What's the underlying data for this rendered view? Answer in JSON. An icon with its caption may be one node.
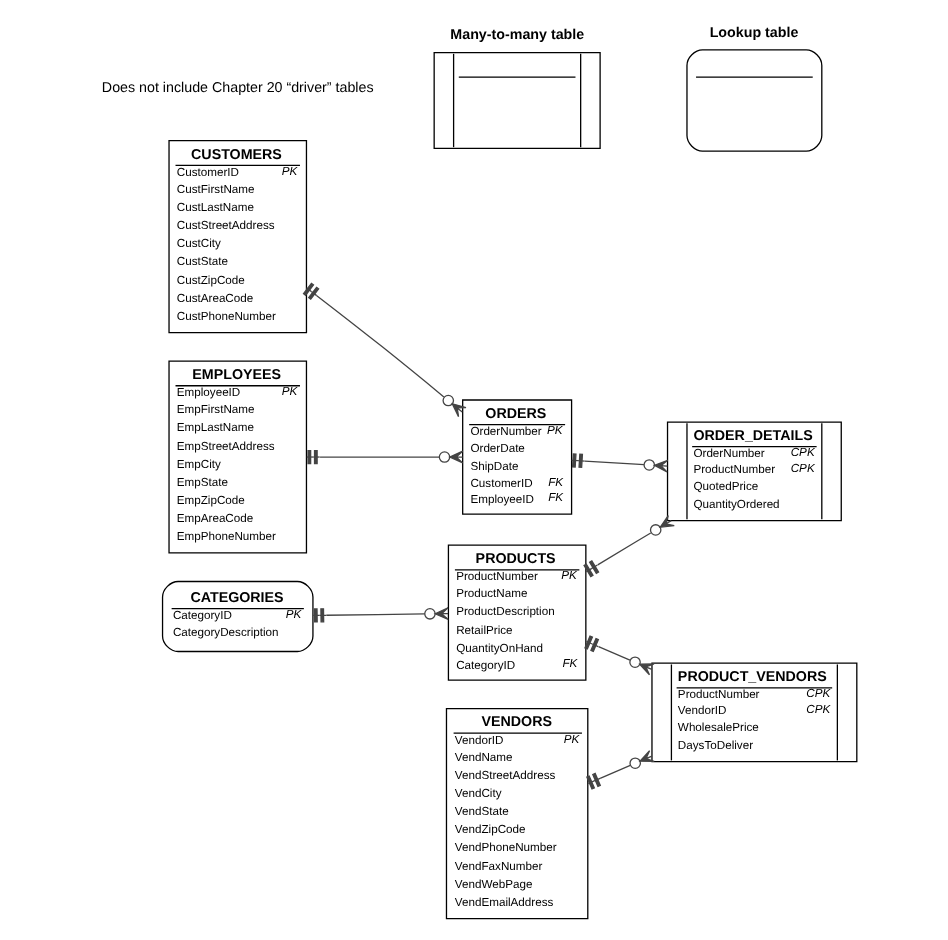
{
  "diagram": {
    "nodes": [
      {
        "text": [
          "CUSTOMERS",
          "CustomerID",
          "PK",
          "CustFirstName",
          "CustLastName",
          "CustStreetAddress",
          "CustCity",
          "CustState",
          "CustZipCode",
          "CustAreaCode",
          "CustPhoneNumber"
        ]
      },
      {
        "text": [
          "ORDERS",
          "OrderNumber",
          "PK",
          "OrderDate",
          "ShipDate",
          "CustomerID",
          "FK",
          "EmployeeID",
          "FK"
        ]
      },
      {
        "text": [
          "EMPLOYEES",
          "EmployeeID",
          "PK",
          "EmpFirstName",
          "EmpLastName",
          "EmpStreetAddress",
          "EmpCity",
          "EmpState",
          "EmpZipCode",
          "EmpAreaCode",
          "EmpPhoneNumber"
        ]
      },
      {
        "text": [
          "ORDER_DETAILS",
          "OrderNumber",
          "CPK",
          "ProductNumber",
          "CPK",
          "QuotedPrice",
          "QuantityOrdered"
        ]
      },
      {
        "text": [
          "PRODUCTS",
          "ProductNumber",
          "PK",
          "ProductName",
          "ProductDescription",
          "RetailPrice",
          "QuantityOnHand",
          "CategoryID",
          "FK"
        ]
      },
      {
        "text": [
          "CATEGORIES",
          "CategoryID",
          "PK",
          "CategoryDescription"
        ]
      },
      {
        "text": [
          "PRODUCT_VENDORS",
          "ProductNumber",
          "CPK",
          "VendorID",
          "CPK",
          "WholesalePrice",
          "DaysToDeliver"
        ]
      },
      {
        "text": [
          "Many-to-many table"
        ]
      },
      {
        "text": [
          "Lookup table"
        ]
      },
      {
        "text": [
          "VENDORS",
          "VendorID",
          "PK",
          "VendName",
          "VendStreetAddress",
          "VendCity",
          "VendState",
          "VendZipCode",
          "VendPhoneNumber",
          "VendFaxNumber",
          "VendWebPage",
          "VendEmailAddress"
        ]
      }
    ],
    "edges": [
      {
        "from": 0,
        "to": 1,
        "arrow": "other"
      },
      {
        "from": 2,
        "to": 1,
        "arrow": "other"
      },
      {
        "from": 1,
        "to": 3,
        "arrow": "other"
      },
      {
        "from": 4,
        "to": 3,
        "arrow": "other"
      },
      {
        "from": 5,
        "to": 4,
        "arrow": "other"
      },
      {
        "from": 4,
        "to": 6,
        "arrow": "other"
      },
      {
        "from": 9,
        "to": 6,
        "arrow": "other"
      }
    ],
    "labels": [
      "Does not include Chapter 20 “driver” tables"
    ]
  }
}
